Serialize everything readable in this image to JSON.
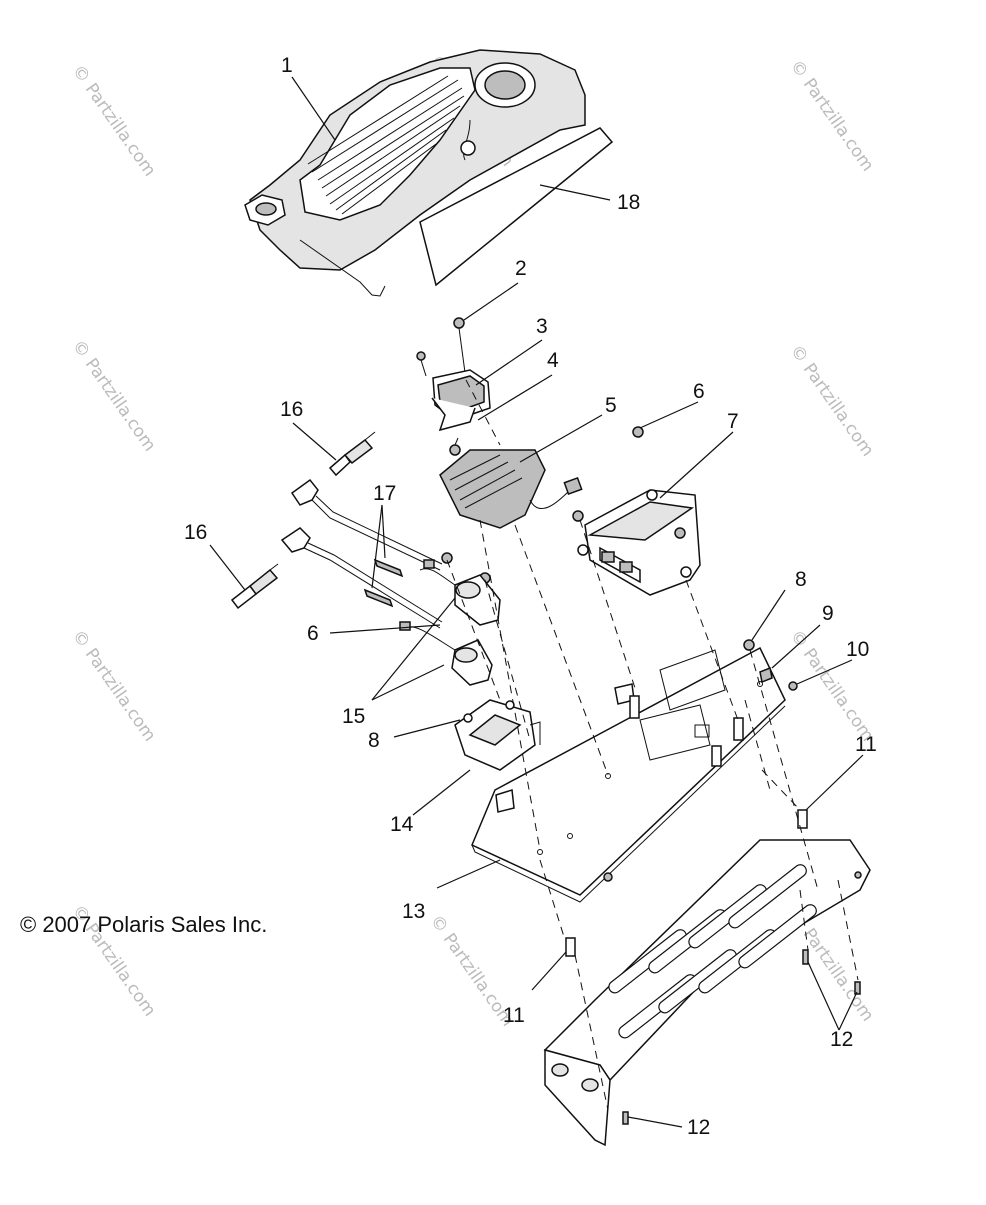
{
  "copyright": "© 2007 Polaris Sales Inc.",
  "watermark": "© Partzilla.com",
  "callouts": [
    "1",
    "2",
    "3",
    "4",
    "5",
    "6",
    "7",
    "8",
    "9",
    "10",
    "11",
    "12",
    "13",
    "14",
    "15",
    "16",
    "17",
    "18"
  ],
  "callout_labels": {
    "c1": "1",
    "c2": "2",
    "c3": "3",
    "c4": "4",
    "c5": "5",
    "c6a": "6",
    "c6b": "6",
    "c7": "7",
    "c8a": "8",
    "c8b": "8",
    "c9": "9",
    "c10": "10",
    "c11a": "11",
    "c11b": "11",
    "c12a": "12",
    "c12b": "12",
    "c13": "13",
    "c14": "14",
    "c15": "15",
    "c16a": "16",
    "c16b": "16",
    "c17": "17",
    "c18": "18"
  }
}
